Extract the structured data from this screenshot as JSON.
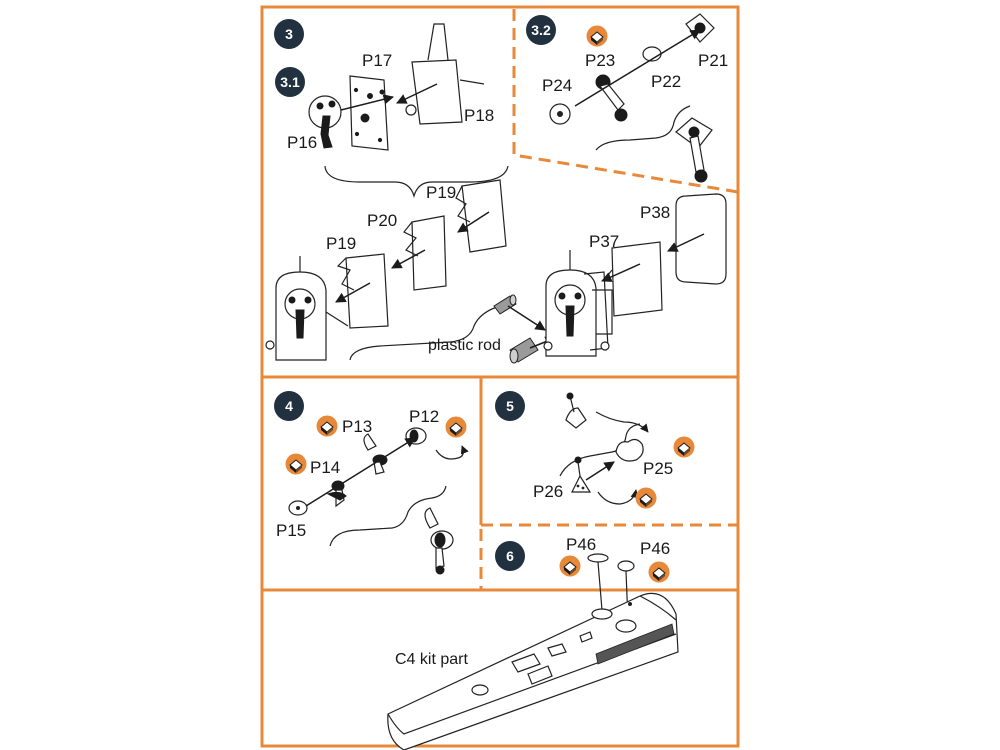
{
  "colors": {
    "frame": "#E8893A",
    "step_badge": "#22313F",
    "paint_badge": "#E8893A",
    "line": "#222222"
  },
  "icons": {
    "step_badge": "step-number-badge-icon",
    "paint_badge": "paint-color-callout-icon",
    "arrow": "assembly-arrow-icon",
    "rotate": "rotate-direction-icon"
  },
  "steps": {
    "s3": {
      "number": "3"
    },
    "s3_1": {
      "number": "3.1"
    },
    "s3_2": {
      "number": "3.2"
    },
    "s4": {
      "number": "4"
    },
    "s5": {
      "number": "5"
    },
    "s6": {
      "number": "6"
    }
  },
  "labels": {
    "p16": "P16",
    "p17": "P17",
    "p18": "P18",
    "p19a": "P19",
    "p19b": "P19",
    "p20": "P20",
    "p21": "P21",
    "p22": "P22",
    "p23": "P23",
    "p24": "P24",
    "p37": "P37",
    "p38": "P38",
    "p12": "P12",
    "p13": "P13",
    "p14": "P14",
    "p15": "P15",
    "p25": "P25",
    "p26": "P26",
    "p46a": "P46",
    "p46b": "P46"
  },
  "notes": {
    "plastic_rod": "plastic rod",
    "c4_kit_part": "C4 kit part"
  }
}
